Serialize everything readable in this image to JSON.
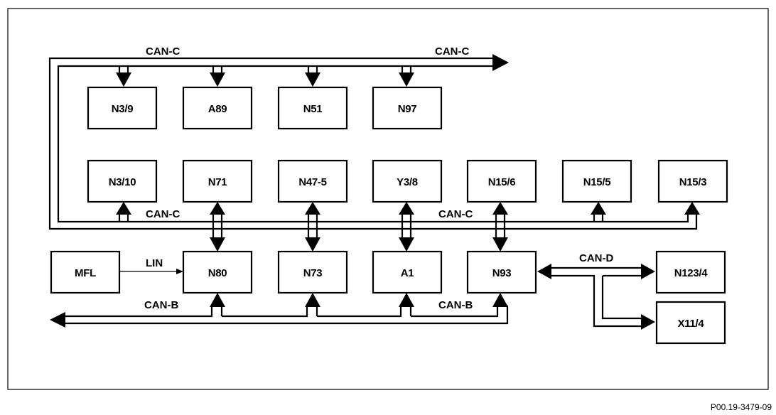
{
  "modules": {
    "n3_9": "N3/9",
    "a89": "A89",
    "n51": "N51",
    "n97": "N97",
    "n3_10": "N3/10",
    "n71": "N71",
    "n47_5": "N47-5",
    "y3_8": "Y3/8",
    "n15_6": "N15/6",
    "n15_5": "N15/5",
    "n15_3": "N15/3",
    "mfl": "MFL",
    "n80": "N80",
    "n73": "N73",
    "a1": "A1",
    "n93": "N93",
    "n123_4": "N123/4",
    "x11_4": "X11/4"
  },
  "buses": {
    "can_c_top_left": "CAN-C",
    "can_c_top_right": "CAN-C",
    "can_c_mid_left": "CAN-C",
    "can_c_mid_right": "CAN-C",
    "can_b_left": "CAN-B",
    "can_b_right": "CAN-B",
    "can_d": "CAN-D",
    "lin": "LIN"
  },
  "figure_id": "P00.19-3479-09"
}
